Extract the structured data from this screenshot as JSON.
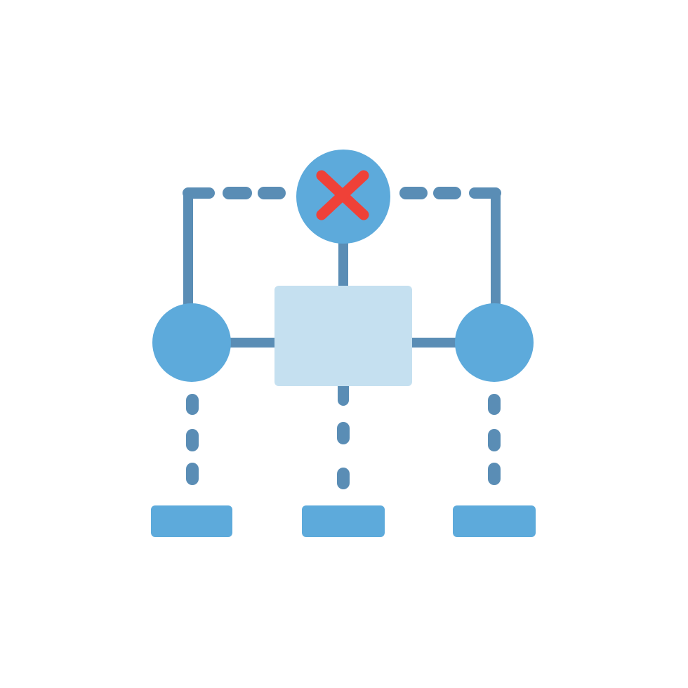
{
  "colors": {
    "background": "#FFFFFF",
    "connector": "#5A8DB5",
    "node_fill": "#5DAADB",
    "hub_fill": "#C5E0F0",
    "error_mark": "#EF4138"
  },
  "diagram": {
    "kind": "flowchart-icon",
    "status_icon": "x-mark-icon",
    "status": "error",
    "nodes": [
      {
        "id": "status",
        "shape": "circle",
        "icon": "x-mark-icon"
      },
      {
        "id": "hub",
        "shape": "rectangle"
      },
      {
        "id": "left-node",
        "shape": "circle"
      },
      {
        "id": "right-node",
        "shape": "circle"
      },
      {
        "id": "output-left",
        "shape": "bar"
      },
      {
        "id": "output-center",
        "shape": "bar"
      },
      {
        "id": "output-right",
        "shape": "bar"
      }
    ],
    "edges": [
      {
        "from": "status",
        "to": "hub",
        "style": "solid"
      },
      {
        "from": "hub",
        "to": "left-node",
        "style": "solid"
      },
      {
        "from": "hub",
        "to": "right-node",
        "style": "solid"
      },
      {
        "from": "status",
        "to": "left-node",
        "style": "dashed"
      },
      {
        "from": "status",
        "to": "right-node",
        "style": "dashed"
      },
      {
        "from": "left-node",
        "to": "output-left",
        "style": "dotted"
      },
      {
        "from": "hub",
        "to": "output-center",
        "style": "dotted"
      },
      {
        "from": "right-node",
        "to": "output-right",
        "style": "dotted"
      }
    ]
  }
}
